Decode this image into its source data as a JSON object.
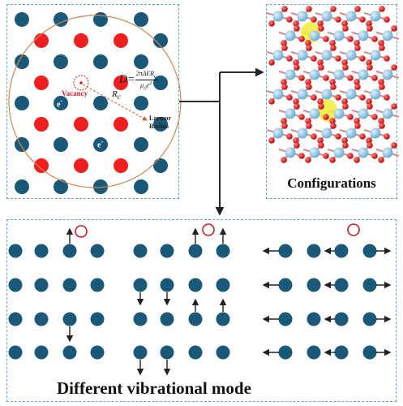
{
  "lattice_panel": {
    "vacancy_label": "Vacancy",
    "rc_label": "R",
    "rc_subscript": "c",
    "larmor_label_line1": "Larmor",
    "larmor_label_line2": "Radius",
    "formula_lhs": "D=",
    "formula_numerator": "2πΔER",
    "formula_numerator_sub": "c",
    "formula_denominator": "μ",
    "formula_denominator_sub": "0",
    "formula_denominator_tail": "e",
    "formula_denominator_sup": "2",
    "electron_label": "e",
    "electron_sup": "-"
  },
  "config_panel": {
    "caption": "Configurations"
  },
  "modes_panel": {
    "caption": "Different vibrational mode"
  },
  "colors": {
    "blue_atom": "#1a5878",
    "red_atom": "#f01e1e",
    "panel_border": "#5aa9c9",
    "circle": "#c98a55",
    "vacancy": "#cc2020",
    "arrow": "#222222"
  }
}
